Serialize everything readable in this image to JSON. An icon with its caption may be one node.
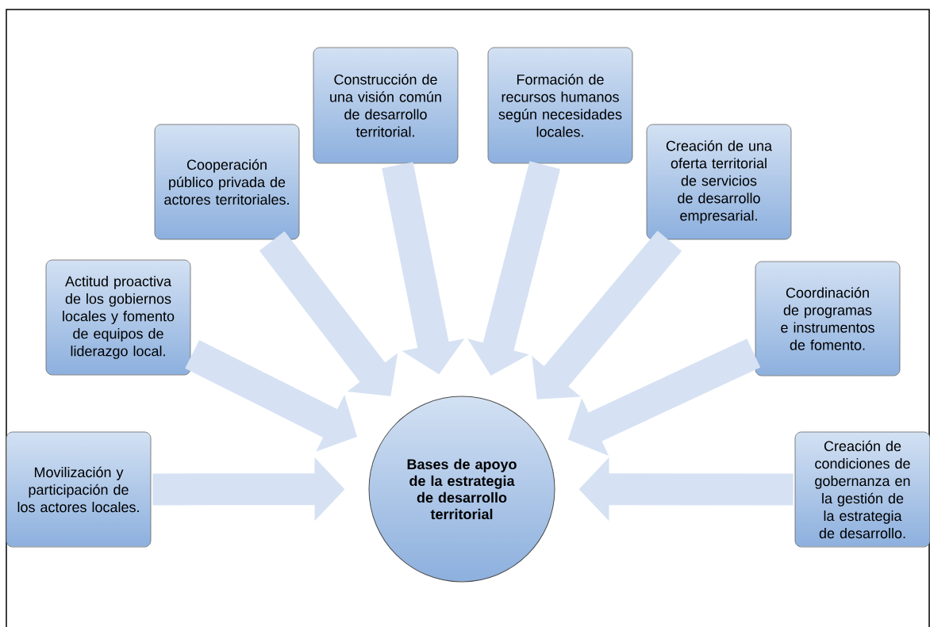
{
  "diagram": {
    "nodes": [
      {
        "text": [
          "Bases de apoyo de la estrategia de desarrollo territorial"
        ]
      },
      {
        "text": [
          "Movilización y participación de los actores locales."
        ]
      },
      {
        "text": [
          "Actitud proactiva de los gobiernos locales y fomento de equipos de liderazgo local."
        ]
      },
      {
        "text": [
          "Cooperación público privada de actores territoriales."
        ]
      },
      {
        "text": [
          "Construcción de una visión común de desarrollo territorial."
        ]
      },
      {
        "text": [
          "Formación de recursos humanos según necesidades locales."
        ]
      },
      {
        "text": [
          "Creación de una oferta territorial de servicios de desarrollo empresarial."
        ]
      },
      {
        "text": [
          "Coordinación de programas e instrumentos de fomento."
        ]
      },
      {
        "text": [
          "Creación de condiciones de gobernanza en la gestión de la estrategia de desarrollo."
        ]
      }
    ],
    "edges": [
      {
        "from": 1,
        "to": 0,
        "arrow": "to"
      },
      {
        "from": 2,
        "to": 0,
        "arrow": "to"
      },
      {
        "from": 3,
        "to": 0,
        "arrow": "to"
      },
      {
        "from": 4,
        "to": 0,
        "arrow": "to"
      },
      {
        "from": 5,
        "to": 0,
        "arrow": "to"
      },
      {
        "from": 6,
        "to": 0,
        "arrow": "to"
      },
      {
        "from": 7,
        "to": 0,
        "arrow": "to"
      },
      {
        "from": 8,
        "to": 0,
        "arrow": "to"
      }
    ]
  }
}
